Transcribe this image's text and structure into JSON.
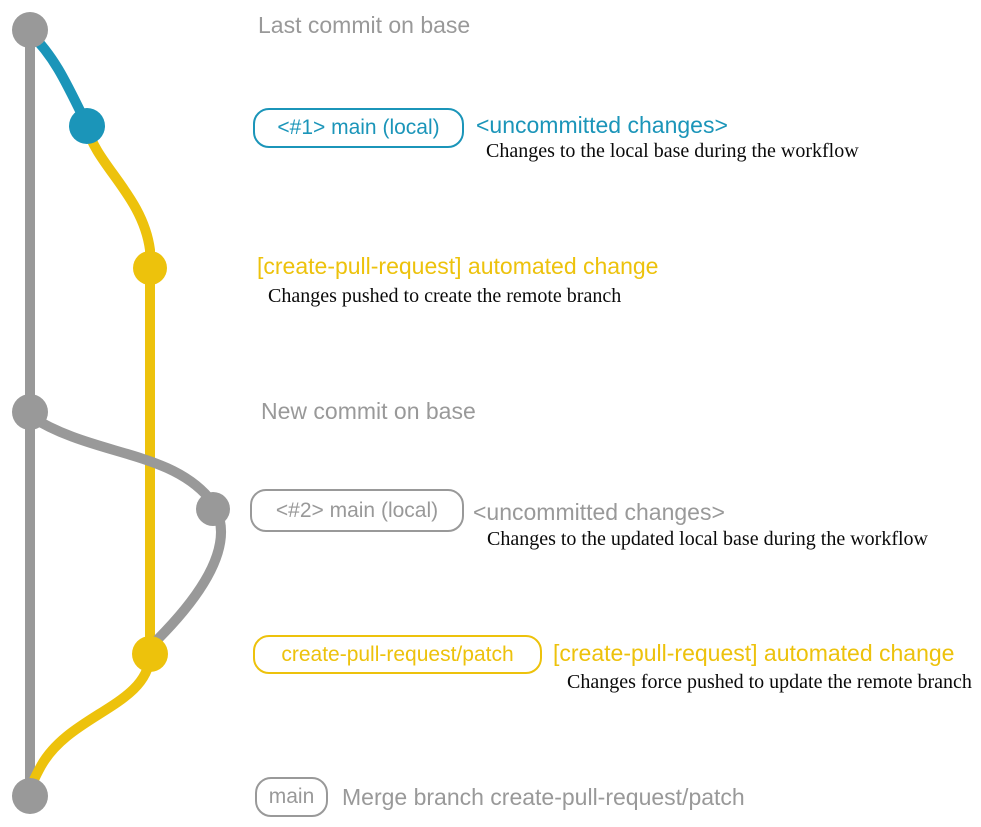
{
  "colors": {
    "gray": "#999999",
    "teal": "#1b95b9",
    "yellow": "#edc20c",
    "ink": "#0a0a0a"
  },
  "annotations": {
    "last_commit": "Last commit on base",
    "new_commit": "New commit on base"
  },
  "row_local_1": {
    "badge": "<#1> main (local)",
    "heading": "<uncommitted changes>",
    "description": "Changes to the local base during the workflow"
  },
  "row_remote_1": {
    "heading": "[create-pull-request] automated change",
    "description": "Changes pushed to create the remote branch"
  },
  "row_local_2": {
    "badge": "<#2> main (local)",
    "heading": "<uncommitted changes>",
    "description": "Changes to the updated local base during the workflow"
  },
  "row_remote_2": {
    "badge": "create-pull-request/patch",
    "heading": "[create-pull-request] automated change",
    "description": "Changes force pushed to update the remote branch"
  },
  "row_merge": {
    "badge": "main",
    "label": "Merge branch create-pull-request/patch"
  }
}
